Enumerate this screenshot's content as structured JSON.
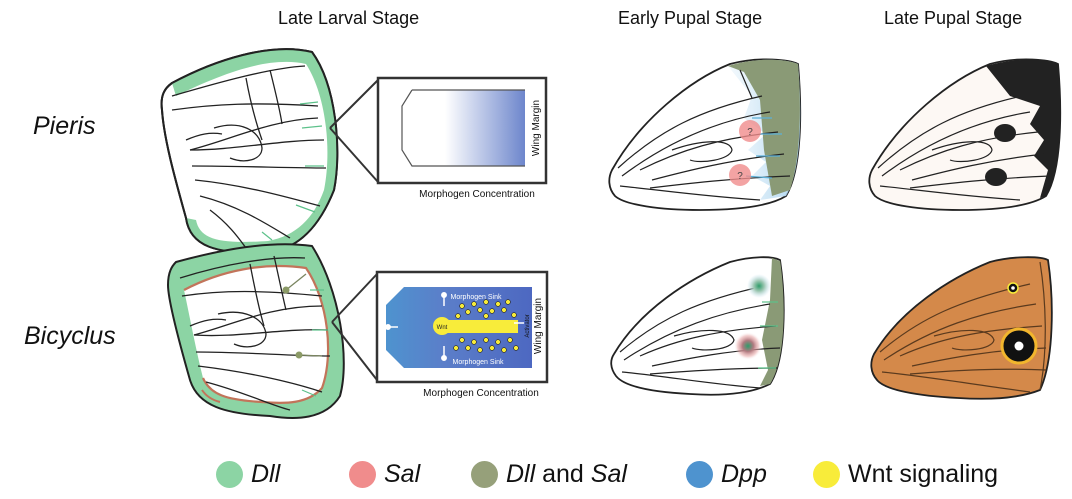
{
  "columns": {
    "late_larval": "Late Larval Stage",
    "early_pupal": "Early Pupal Stage",
    "late_pupal": "Late Pupal Stage"
  },
  "rows": {
    "pieris": "Pieris",
    "bicyclus": "Bicyclus"
  },
  "insets": {
    "pieris": {
      "margin_label": "Wing Margin",
      "axis_label": "Morphogen Concentration"
    },
    "bicyclus": {
      "margin_label": "Wing Margin",
      "sink_top": "Morphogen Sink",
      "sink_bottom": "Morphogen Sink",
      "wnt_label": "Wnt",
      "activator_label": "Activator",
      "axis_label": "Morphogen Concentration"
    }
  },
  "pupal_markers": {
    "question_1": "?",
    "question_2": "?"
  },
  "legend": [
    {
      "name": "Dll",
      "connector": "",
      "name2": "",
      "color": "#8cd4a4"
    },
    {
      "name": "Sal",
      "connector": "",
      "name2": "",
      "color": "#f08c8c"
    },
    {
      "name": "Dll",
      "connector": " and ",
      "name2": "Sal",
      "color": "#96a07a"
    },
    {
      "name": "Dpp",
      "connector": "",
      "name2": "",
      "color": "#4e93cf"
    },
    {
      "name": "Wnt signaling",
      "connector": "",
      "name2": "",
      "color": "#f8ec3a"
    }
  ],
  "colors": {
    "dll": "#8cd4a4",
    "sal": "#f08c8c",
    "dll_sal": "#96a07a",
    "dpp": "#4e93cf",
    "wnt": "#f8ec3a",
    "pieris_black": "#222222",
    "pieris_white": "#fdf8f4",
    "bicyclus_brown": "#d4894a"
  }
}
